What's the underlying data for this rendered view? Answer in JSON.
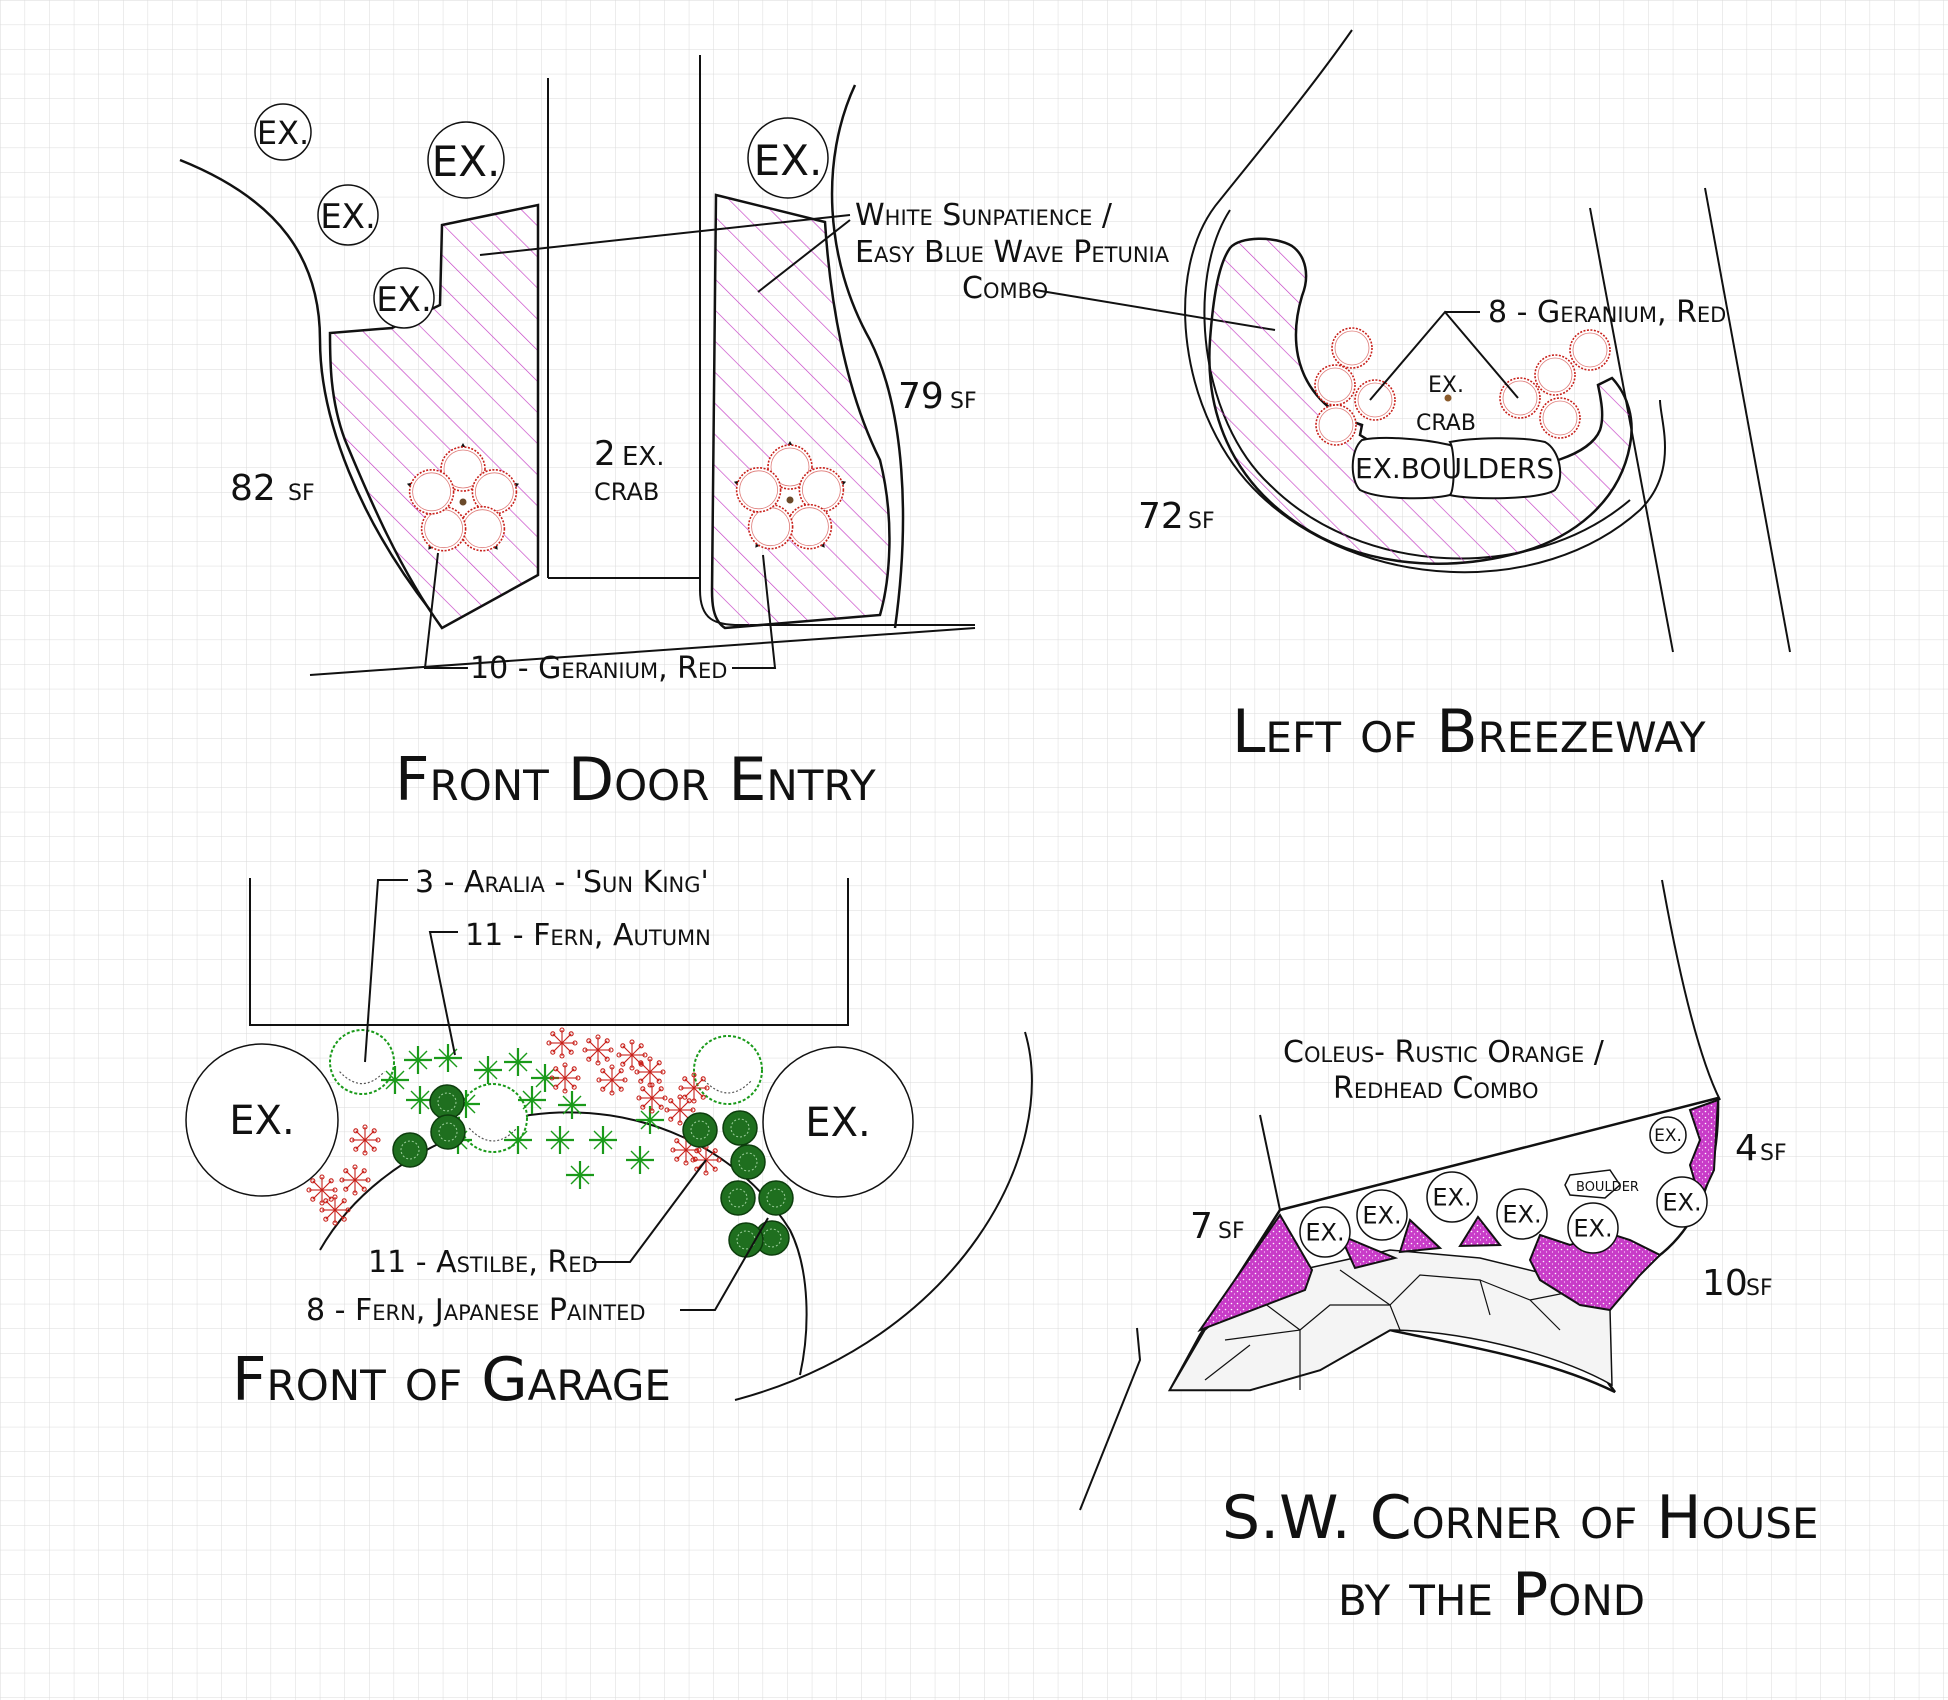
{
  "colors": {
    "grid": "#dadada",
    "hatch": "#c43cc4",
    "geranium": "#c8201a",
    "fern": "#1a9a1a",
    "astilbe": "#c8201a",
    "painted_fern": "#1f6f1f",
    "fill_magenta": "#c83cc8"
  },
  "front_door": {
    "title": "Front Door Entry",
    "ex_labels": [
      "EX.",
      "EX.",
      "EX.",
      "EX.",
      "EX."
    ],
    "area_left": "82",
    "area_right": "79",
    "sf_unit": "SF",
    "crab_count": "2",
    "crab_ex": "EX.",
    "crab_name": "CRAB",
    "geranium_label": "10 - Geranium, Red",
    "plant_combo_line1": "White Sunpatience /",
    "plant_combo_line2": "Easy Blue Wave Petunia",
    "plant_combo_line3": "Combo"
  },
  "breezeway": {
    "title": "Left of Breezeway",
    "area": "72",
    "sf_unit": "SF",
    "geranium_label": "8 - Geranium, Red",
    "crab_ex": "EX.",
    "crab_name": "CRAB",
    "boulders_label": "EX.BOULDERS"
  },
  "garage": {
    "title": "Front of Garage",
    "ex_left": "EX.",
    "ex_right": "EX.",
    "aralia_label": "3 - Aralia - 'Sun King'",
    "fern_autumn_label": "11 - Fern, Autumn",
    "astilbe_label": "11 - Astilbe, Red",
    "fern_japanese_label": "8 - Fern, Japanese Painted"
  },
  "sw_corner": {
    "title_line1": "S.W. Corner of House",
    "title_line2": "by the Pond",
    "coleus_line1": "Coleus- Rustic Orange /",
    "coleus_line2": "Redhead Combo",
    "area_4": "4",
    "area_7": "7",
    "area_10": "10",
    "sf_unit": "SF",
    "boulder_label": "BOULDER",
    "ex_labels": [
      "EX.",
      "EX.",
      "EX.",
      "EX.",
      "EX.",
      "EX.",
      "EX."
    ]
  }
}
